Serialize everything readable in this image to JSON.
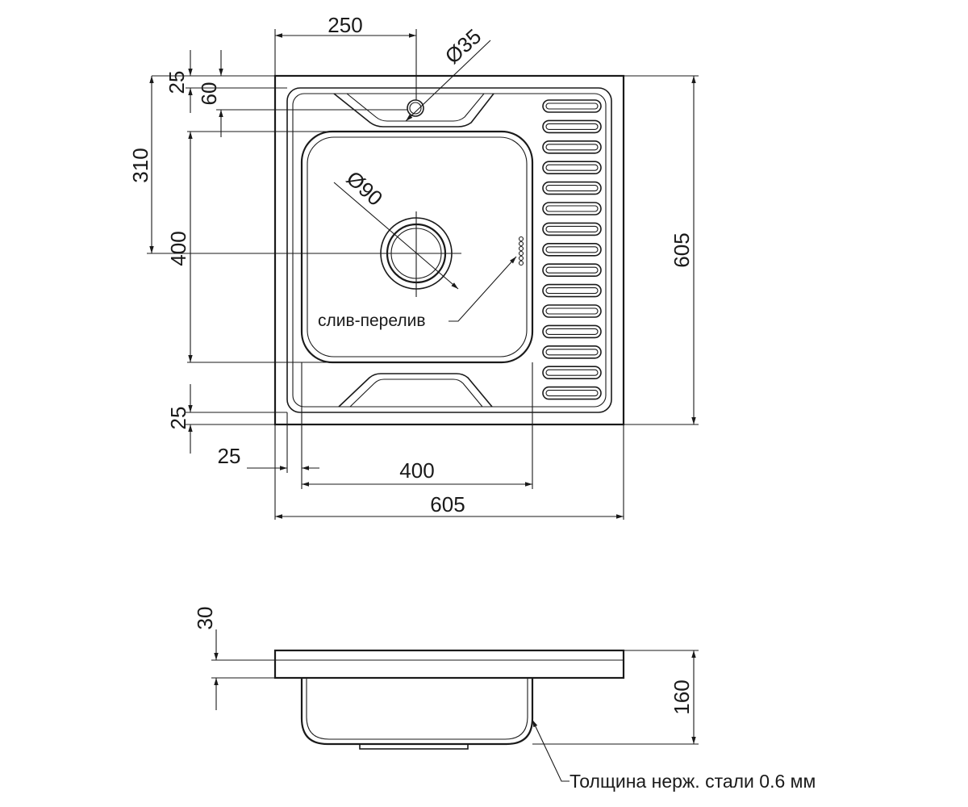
{
  "dimensions": {
    "top_250": "250",
    "dia_35": "Ø35",
    "left_25_top": "25",
    "left_60": "60",
    "left_310": "310",
    "left_400": "400",
    "left_25_bottom": "25",
    "dia_90": "Ø90",
    "right_605": "605",
    "bottom_25": "25",
    "bottom_400": "400",
    "bottom_605": "605",
    "side_30": "30",
    "side_160": "160"
  },
  "labels": {
    "drain_overflow": "слив-перелив",
    "thickness_note": "Толщина нерж. стали 0.6 мм"
  }
}
